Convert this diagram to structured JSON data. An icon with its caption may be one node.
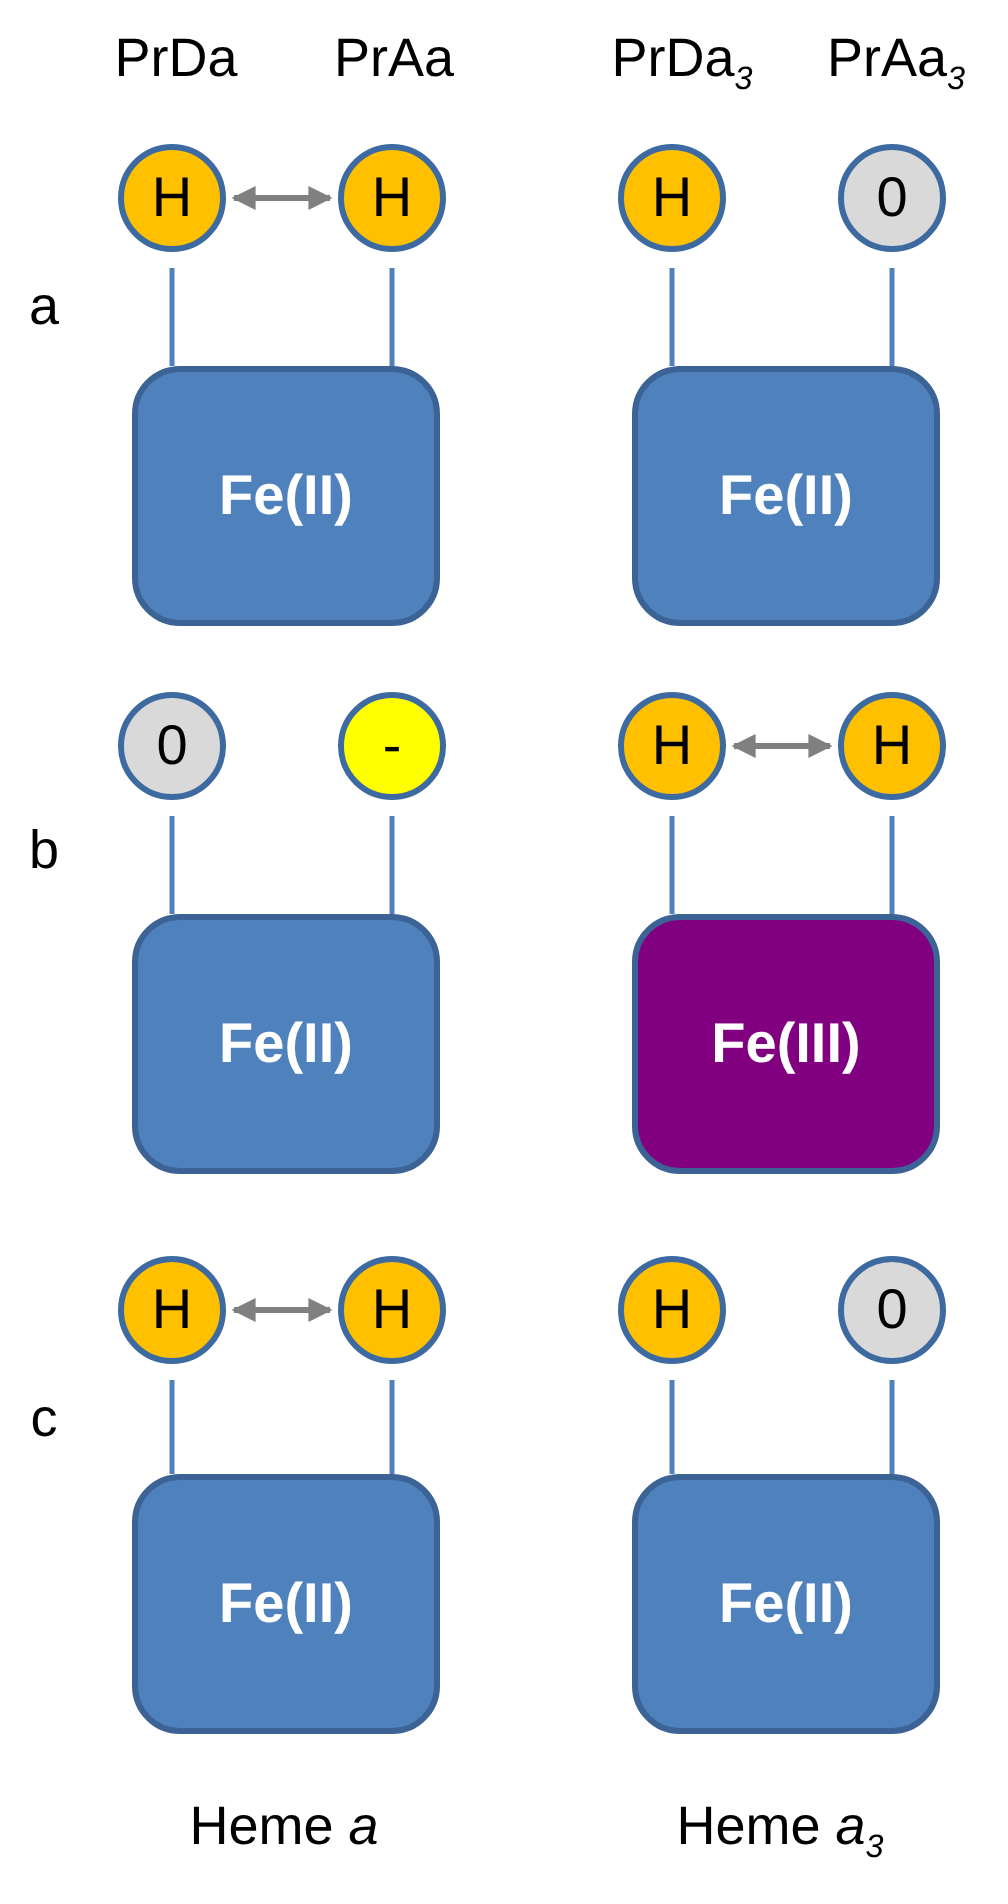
{
  "diagram": {
    "nodes": [
      {
        "text": [
          "H"
        ]
      },
      {
        "text": [
          "H"
        ]
      },
      {
        "text": [
          "H"
        ]
      },
      {
        "text": [
          "0"
        ]
      },
      {
        "text": [
          "Fe(II)"
        ]
      },
      {
        "text": [
          "Fe(II)"
        ]
      },
      {
        "text": [
          "0"
        ]
      },
      {
        "text": [
          "-"
        ]
      },
      {
        "text": [
          "H"
        ]
      },
      {
        "text": [
          "H"
        ]
      },
      {
        "text": [
          "Fe(II)"
        ]
      },
      {
        "text": [
          "Fe(III)"
        ]
      },
      {
        "text": [
          "H"
        ]
      },
      {
        "text": [
          "H"
        ]
      },
      {
        "text": [
          "H"
        ]
      },
      {
        "text": [
          "0"
        ]
      },
      {
        "text": [
          "Fe(II)"
        ]
      },
      {
        "text": [
          "Fe(II)"
        ]
      }
    ],
    "edges": [
      {
        "from": 0,
        "to": 1,
        "arrow": "both",
        "color": "#808080"
      },
      {
        "from": 0,
        "to": 4,
        "arrow": "none"
      },
      {
        "from": 1,
        "to": 4,
        "arrow": "none"
      },
      {
        "from": 2,
        "to": 5,
        "arrow": "none"
      },
      {
        "from": 3,
        "to": 5,
        "arrow": "none"
      },
      {
        "from": 8,
        "to": 9,
        "arrow": "both",
        "color": "#808080"
      },
      {
        "from": 6,
        "to": 10,
        "arrow": "none"
      },
      {
        "from": 7,
        "to": 10,
        "arrow": "none"
      },
      {
        "from": 8,
        "to": 11,
        "arrow": "none"
      },
      {
        "from": 9,
        "to": 11,
        "arrow": "none"
      },
      {
        "from": 12,
        "to": 13,
        "arrow": "both",
        "color": "#808080"
      },
      {
        "from": 12,
        "to": 16,
        "arrow": "none"
      },
      {
        "from": 13,
        "to": 16,
        "arrow": "none"
      },
      {
        "from": 14,
        "to": 17,
        "arrow": "none"
      },
      {
        "from": 15,
        "to": 17,
        "arrow": "none"
      }
    ],
    "labels": [
      "PrDa",
      "PrAa",
      "PrDa$_{3}$",
      "PrAa$_{3}$",
      "a",
      "b",
      "c",
      "Heme *a*",
      "Heme *a*$_{3}$"
    ]
  }
}
